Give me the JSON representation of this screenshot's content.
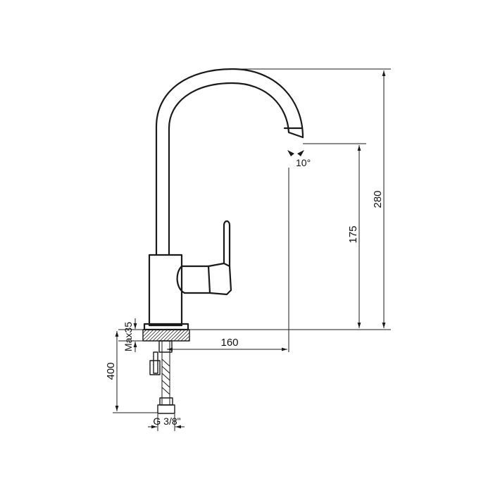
{
  "drawing": {
    "subject": "kitchen faucet technical drawing",
    "colors": {
      "line": "#1a1a1a",
      "background": "#ffffff"
    },
    "dimensions": {
      "total_height": "280",
      "spout_height": "175",
      "reach": "160",
      "hose_length": "400",
      "max_thickness": "Max35",
      "thread": "G 3/8\"",
      "angle": "10°"
    }
  }
}
